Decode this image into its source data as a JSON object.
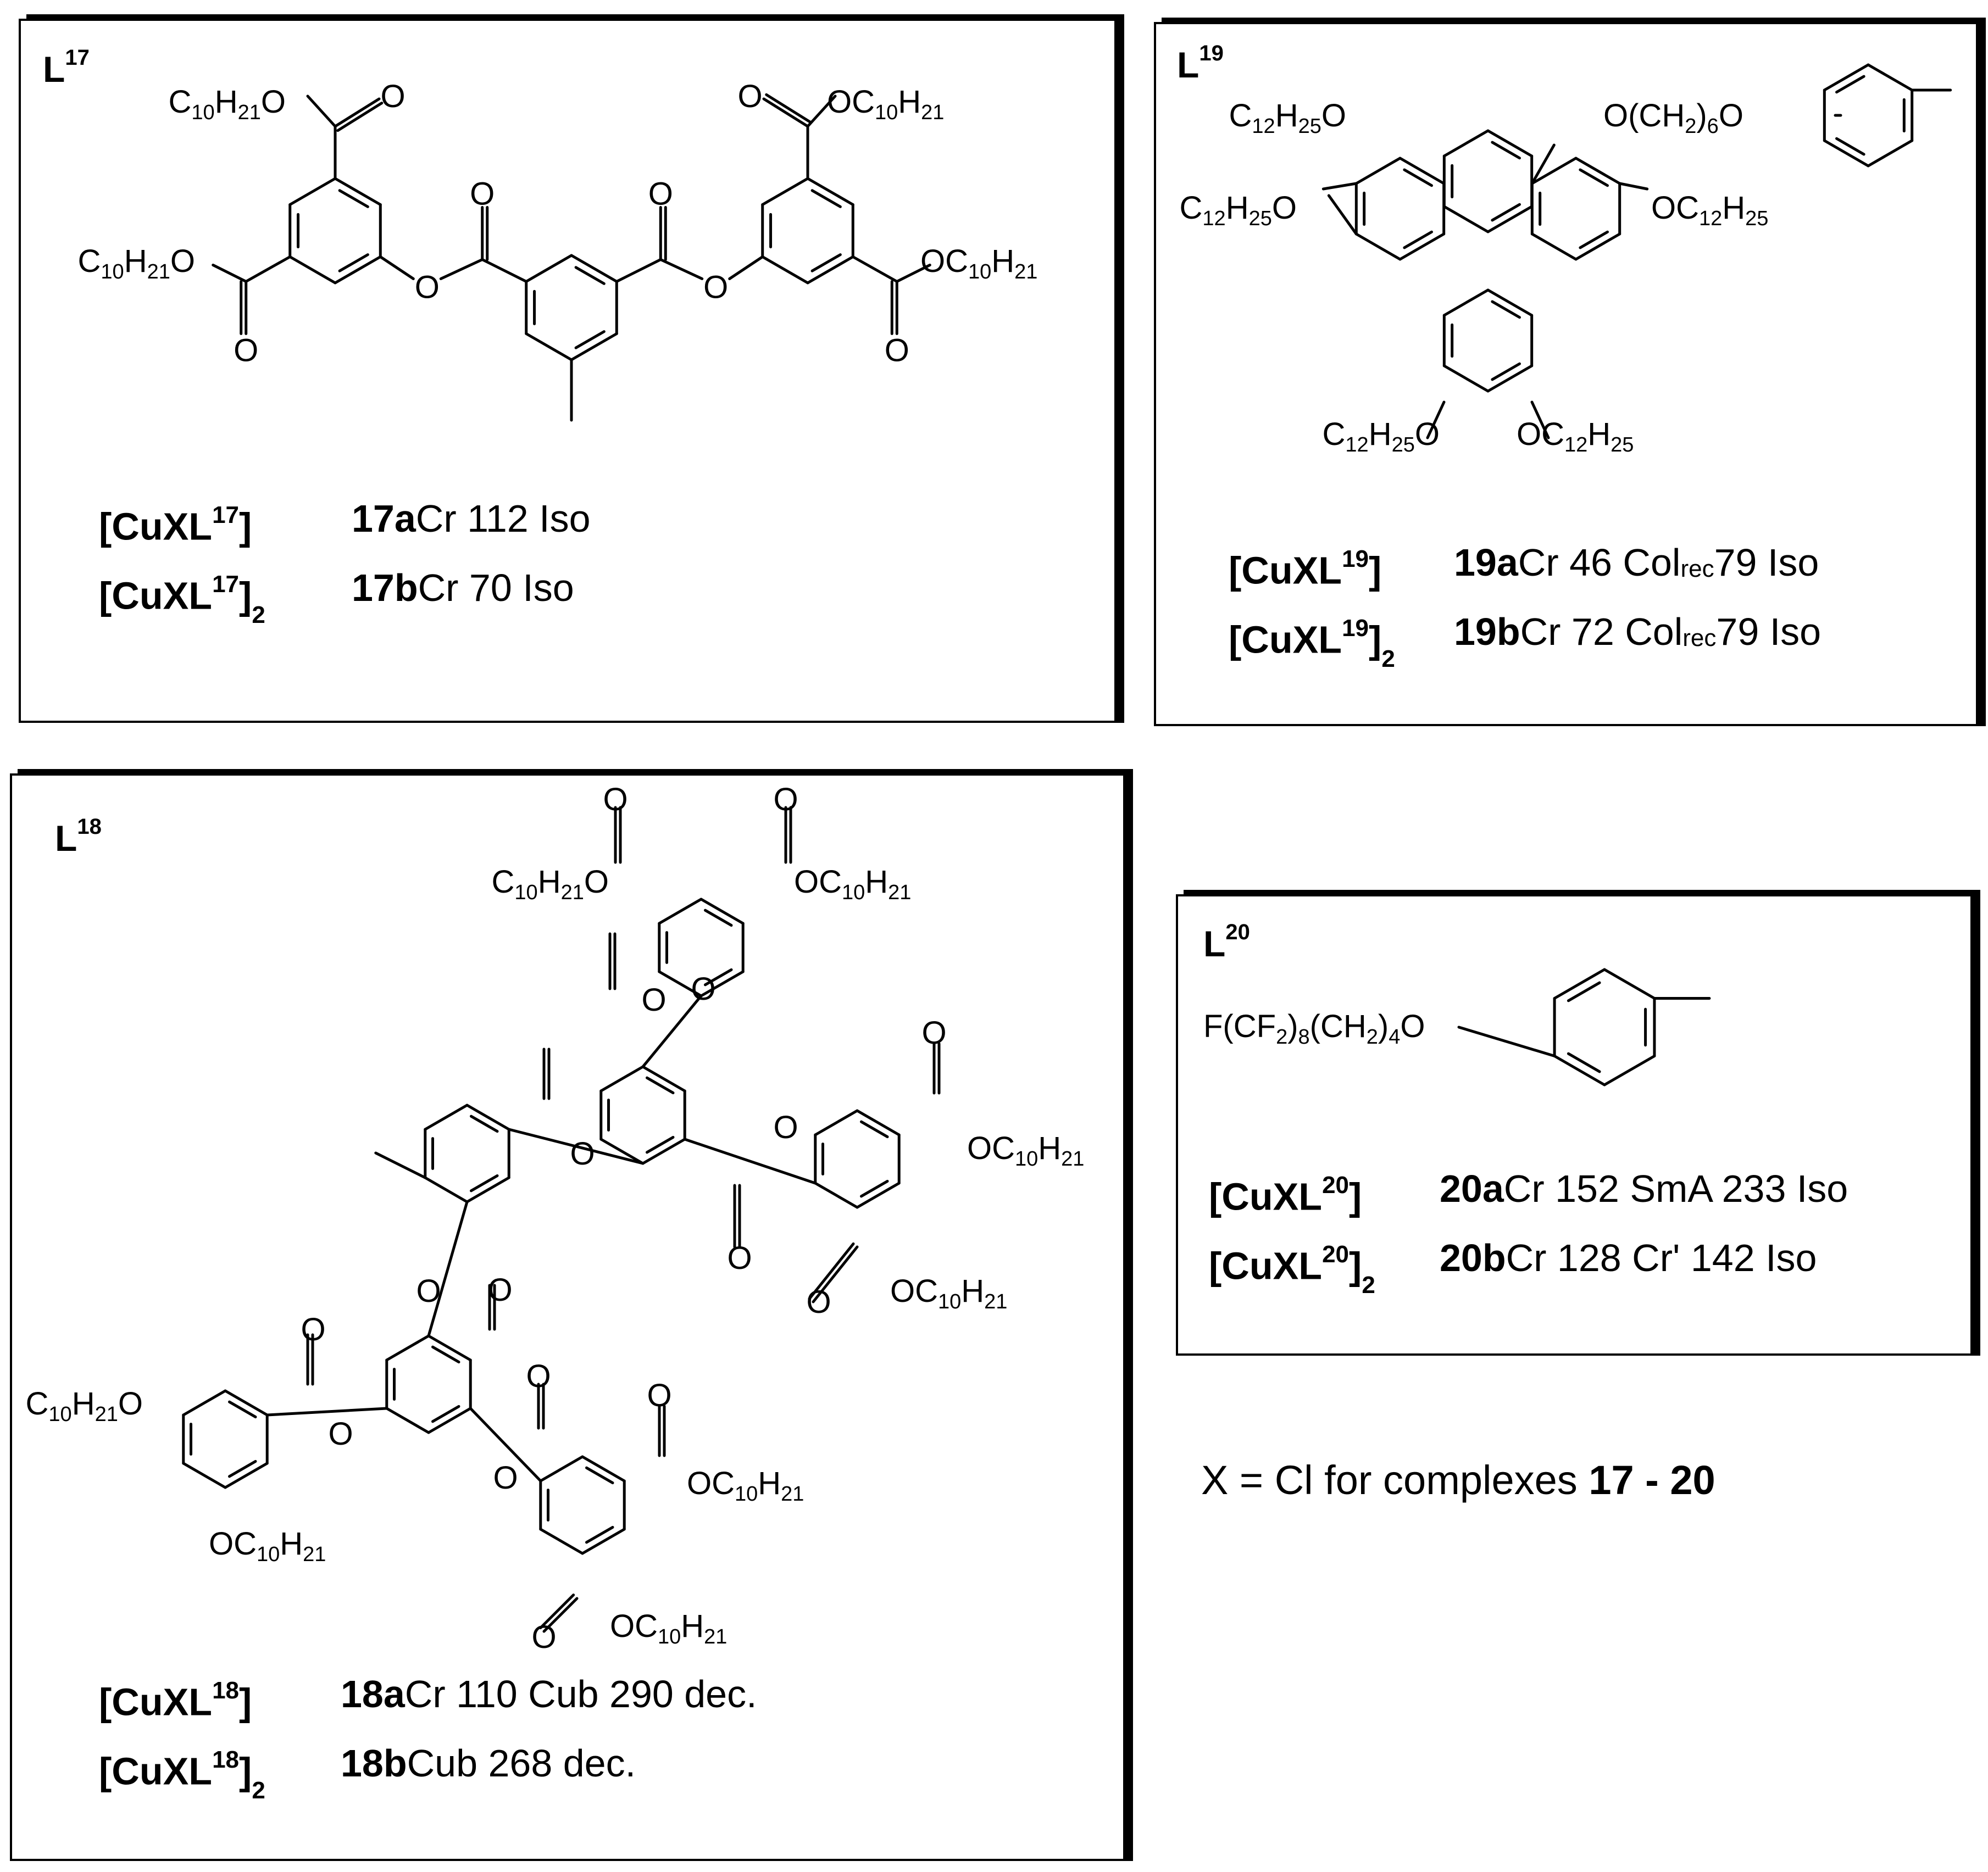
{
  "panels": {
    "l17": {
      "label": "L",
      "label_sup": "17",
      "rows": [
        {
          "cx": "[CuXL",
          "cx_sup": "17",
          "cx_end": "]",
          "cx_sub": "",
          "code": "17a",
          "text": " Cr 112 Iso"
        },
        {
          "cx": "[CuXL",
          "cx_sup": "17",
          "cx_end": "]",
          "cx_sub": "2",
          "code": "17b",
          "text": " Cr 70 Iso"
        }
      ]
    },
    "l19": {
      "label": "L",
      "label_sup": "19",
      "rows": [
        {
          "cx": "[CuXL",
          "cx_sup": "19",
          "cx_end": "]",
          "cx_sub": "",
          "code": "19a",
          "t1": " Cr 46 Col",
          "sub": "rec",
          "t2": " 79 Iso"
        },
        {
          "cx": "[CuXL",
          "cx_sup": "19",
          "cx_end": "]",
          "cx_sub": "2",
          "code": "19b",
          "t1": " Cr 72 Col",
          "sub": "rec",
          "t2": " 79 Iso"
        }
      ]
    },
    "l18": {
      "label": "L",
      "label_sup": "18",
      "rows": [
        {
          "cx": "[CuXL",
          "cx_sup": "18",
          "cx_end": "]",
          "cx_sub": "",
          "code": "18a",
          "text": " Cr 110 Cub 290 dec."
        },
        {
          "cx": "[CuXL",
          "cx_sup": "18",
          "cx_end": "]",
          "cx_sub": "2",
          "code": "18b",
          "text": " Cub 268 dec."
        }
      ]
    },
    "l20": {
      "label": "L",
      "label_sup": "20",
      "rows": [
        {
          "cx": "[CuXL",
          "cx_sup": "20",
          "cx_end": "]",
          "cx_sub": "",
          "code": "20a",
          "text": " Cr 152 SmA 233 Iso"
        },
        {
          "cx": "[CuXL",
          "cx_sup": "20",
          "cx_end": "]",
          "cx_sub": "2",
          "code": "20b",
          "text": " Cr 128 Cr' 142 Iso"
        }
      ]
    }
  },
  "groups": {
    "dec_left": [
      "C",
      "10",
      "H",
      "21",
      "O"
    ],
    "dec_right": [
      "OC",
      "10",
      "H",
      "21"
    ],
    "dod_left": [
      "C",
      "12",
      "H",
      "25",
      "O"
    ],
    "dod_right": [
      "OC",
      "12",
      "H",
      "25"
    ],
    "hexyl": [
      "O(CH",
      "2",
      ")",
      "6",
      "O"
    ],
    "fluoro": [
      "F(CF",
      "2",
      ")",
      "8",
      "(CH",
      "2",
      ")",
      "4",
      "O"
    ],
    "oxygen": "O"
  },
  "footnote": {
    "text": "X = Cl for complexes ",
    "bold": "17 - 20"
  }
}
